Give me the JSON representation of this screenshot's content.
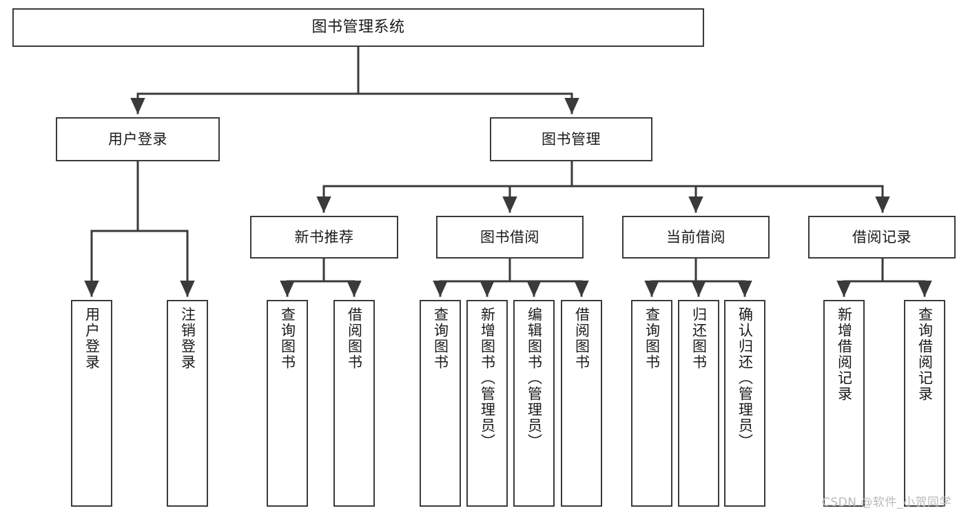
{
  "diagram": {
    "type": "tree-hierarchy-chart",
    "title": "图书管理系统",
    "watermark": "CSDN @软件_小贺同学",
    "colors": {
      "stroke": "#3a3a3a",
      "fill": "#ffffff",
      "text": "#1a1a1a",
      "watermark": "#b9b9b9"
    },
    "nodes": {
      "root": {
        "label": "图书管理系统"
      },
      "level2": [
        {
          "id": "user-login",
          "label": "用户登录"
        },
        {
          "id": "book-manage",
          "label": "图书管理"
        }
      ],
      "level3": [
        {
          "id": "new-book-recommend",
          "label": "新书推荐"
        },
        {
          "id": "book-borrow",
          "label": "图书借阅"
        },
        {
          "id": "current-borrow",
          "label": "当前借阅"
        },
        {
          "id": "borrow-record",
          "label": "借阅记录"
        }
      ],
      "leaves": {
        "user-login": [
          {
            "id": "leaf-user-login",
            "label": "用户登录"
          },
          {
            "id": "leaf-logout-login",
            "label": "注销登录"
          }
        ],
        "new-book-recommend": [
          {
            "id": "leaf-query-book-1",
            "label": "查询图书"
          },
          {
            "id": "leaf-borrow-book-1",
            "label": "借阅图书"
          }
        ],
        "book-borrow": [
          {
            "id": "leaf-query-book-2",
            "label": "查询图书"
          },
          {
            "id": "leaf-add-book-admin",
            "label": "新增图书（管理员）"
          },
          {
            "id": "leaf-edit-book-admin",
            "label": "编辑图书（管理员）"
          },
          {
            "id": "leaf-borrow-book-2",
            "label": "借阅图书"
          }
        ],
        "current-borrow": [
          {
            "id": "leaf-query-book-3",
            "label": "查询图书"
          },
          {
            "id": "leaf-return-book",
            "label": "归还图书"
          },
          {
            "id": "leaf-confirm-return-admin",
            "label": "确认归还（管理员）"
          }
        ],
        "borrow-record": [
          {
            "id": "leaf-add-borrow-record",
            "label": "新增借阅记录"
          },
          {
            "id": "leaf-query-borrow-record",
            "label": "查询借阅记录"
          }
        ]
      }
    }
  }
}
